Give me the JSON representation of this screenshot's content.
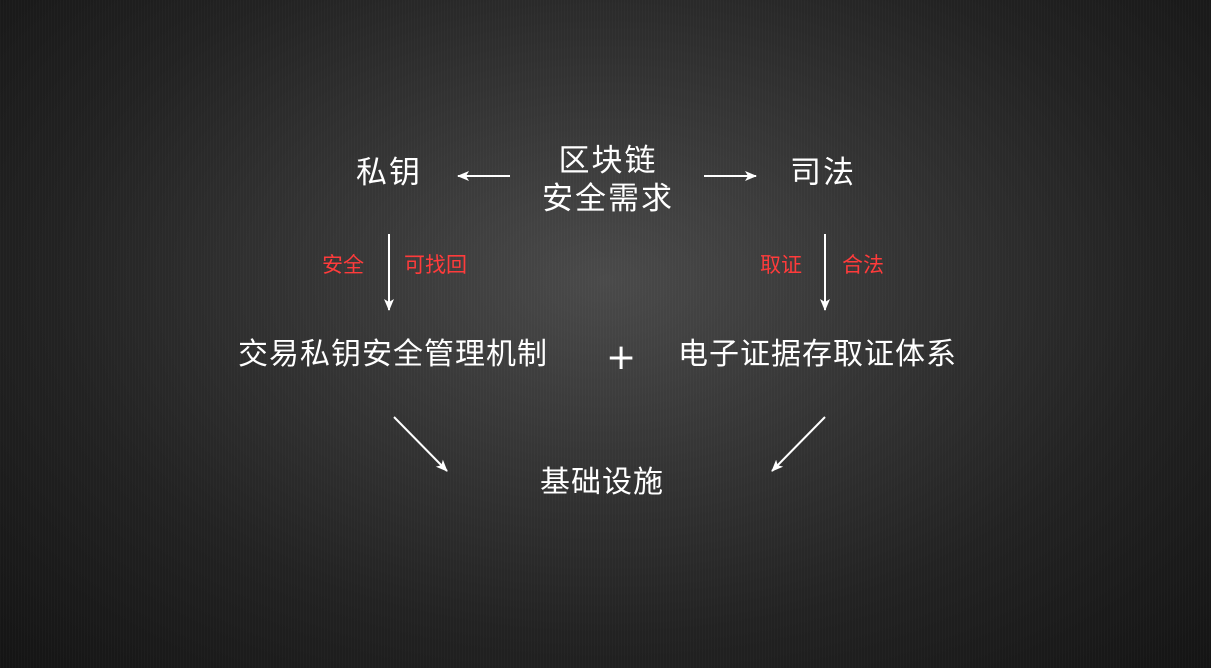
{
  "diagram": {
    "core": {
      "line1": "区块链",
      "line2": "安全需求"
    },
    "left_branch": {
      "title": "私钥",
      "labels": {
        "left": "安全",
        "right": "可找回"
      },
      "result": "交易私钥安全管理机制"
    },
    "right_branch": {
      "title": "司法",
      "labels": {
        "left": "取证",
        "right": "合法"
      },
      "result": "电子证据存取证体系"
    },
    "combine_symbol": "+",
    "outcome": "基础设施",
    "colors": {
      "text": "#ffffff",
      "label": "#ff3b3b",
      "arrow": "#ffffff",
      "background": "#2c2c2c"
    }
  }
}
